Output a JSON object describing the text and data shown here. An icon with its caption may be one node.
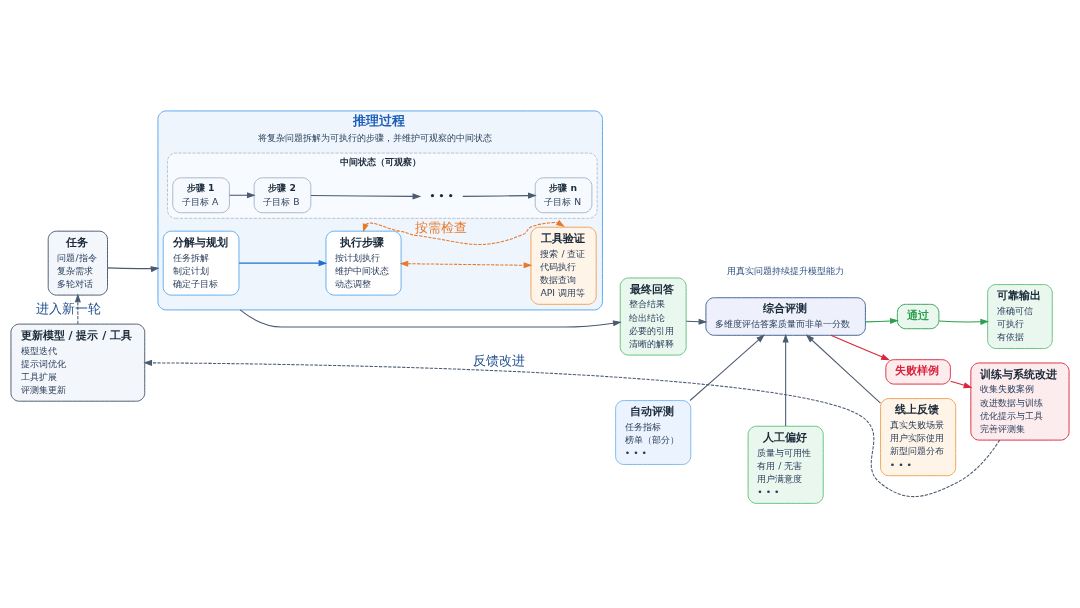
{
  "diagram": {
    "nodes": [
      {
        "text": [
          "任务",
          "问题/指令",
          "复杂需求",
          "多轮对话"
        ]
      },
      {
        "text": [
          "推理过程",
          "将复杂问题拆解为可执行的步骤，并维护可观察的中间状态"
        ]
      },
      {
        "text": [
          "分解与规划",
          "任务拆解",
          "制定计划",
          "确定子目标"
        ],
        "in": 1
      },
      {
        "text": [
          "执行步骤",
          "按计划执行",
          "维护中间状态",
          "动态调整"
        ],
        "in": 1
      },
      {
        "text": [
          "工具验证",
          "搜索 / 查证",
          "代码执行",
          "数据查询",
          "API 调用等"
        ],
        "in": 1
      },
      {
        "text": [
          "中间状态（可观察）"
        ],
        "in": 1
      },
      {
        "text": [
          "步骤 1",
          "子目标 A"
        ],
        "in": 5
      },
      {
        "text": [
          "步骤 2",
          "子目标 B"
        ],
        "in": 5
      },
      {
        "text": [
          "• • •"
        ],
        "in": 5
      },
      {
        "text": [
          "步骤 n",
          "子目标 N"
        ],
        "in": 5
      },
      {
        "text": [
          "最终回答",
          "整合结果",
          "给出结论",
          "必要的引用",
          "清晰的解释"
        ]
      },
      {
        "text": [
          "综合评测",
          "多维度评估答案质量而非单一分数"
        ]
      },
      {
        "text": [
          "通过"
        ]
      },
      {
        "text": [
          "可靠输出",
          "准确可信",
          "可执行",
          "有依据"
        ]
      },
      {
        "text": [
          "失败样例"
        ]
      },
      {
        "text": [
          "自动评测",
          "任务指标",
          "榜单（部分）",
          "• • •"
        ]
      },
      {
        "text": [
          "人工偏好",
          "质量与可用性",
          "有用 / 无害",
          "用户满意度",
          "• • •"
        ]
      },
      {
        "text": [
          "线上反馈",
          "真实失败场景",
          "用户实际使用",
          "新型问题分布",
          "• • •"
        ]
      },
      {
        "text": [
          "训练与系统改进",
          "收集失败案例",
          "改进数据与训练",
          "优化提示与工具",
          "完善评测集"
        ]
      },
      {
        "text": [
          "更新模型 / 提示 / 工具",
          "模型迭代",
          "提示词优化",
          "工具扩展",
          "评测集更新"
        ]
      }
    ],
    "edges": [
      {
        "from": 0,
        "to": 1,
        "arrow": "to"
      },
      {
        "from": 2,
        "to": 3,
        "arrow": "to",
        "color": "#1f6fd1"
      },
      {
        "from": 3,
        "to": 4,
        "arrow": "both",
        "style": "dashed",
        "color": "#e8792b"
      },
      {
        "from": 3,
        "to": 4,
        "arrow": "both",
        "style": "dashed",
        "color": "#e8792b",
        "label": "按需检查"
      },
      {
        "from": 6,
        "to": 7,
        "arrow": "to"
      },
      {
        "from": 7,
        "to": 8,
        "arrow": "to"
      },
      {
        "from": 8,
        "to": 9,
        "arrow": "to"
      },
      {
        "from": 1,
        "to": 10,
        "arrow": "to"
      },
      {
        "from": 10,
        "to": 11,
        "arrow": "to"
      },
      {
        "from": 11,
        "to": 12,
        "arrow": "to",
        "color": "#2e9e4f"
      },
      {
        "from": 12,
        "to": 13,
        "arrow": "to",
        "color": "#2e9e4f"
      },
      {
        "from": 11,
        "to": 14,
        "arrow": "to",
        "color": "#d9243c"
      },
      {
        "from": 15,
        "to": 11,
        "arrow": "to"
      },
      {
        "from": 16,
        "to": 11,
        "arrow": "to"
      },
      {
        "from": 17,
        "to": 11,
        "arrow": "to"
      },
      {
        "from": 14,
        "to": 18,
        "arrow": "to",
        "color": "#d9243c"
      },
      {
        "from": 18,
        "to": 19,
        "arrow": "to",
        "style": "dashed",
        "label": "反馈改进"
      },
      {
        "from": 19,
        "to": 0,
        "arrow": "to",
        "style": "dashed",
        "label": "进入新一轮"
      }
    ],
    "labels": [
      "用真实问题持续提升模型能力"
    ]
  }
}
